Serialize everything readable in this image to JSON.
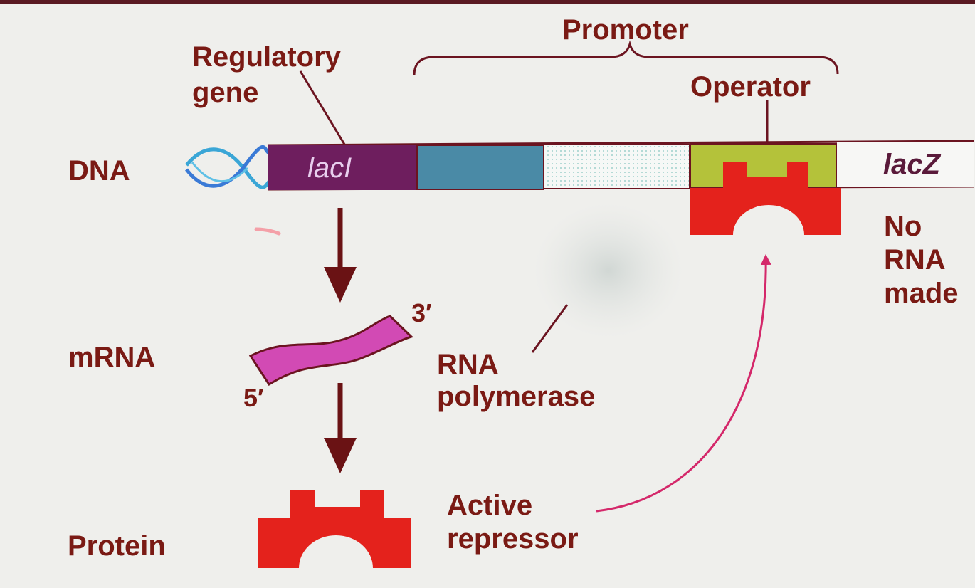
{
  "labels": {
    "promoter": "Promoter",
    "regulatory_gene": [
      "Regulatory",
      "gene"
    ],
    "operator": "Operator",
    "dna": "DNA",
    "mrna": "mRNA",
    "protein": "Protein",
    "three_prime": "3′",
    "five_prime": "5′",
    "rna_polymerase": [
      "RNA",
      "polymerase"
    ],
    "active_repressor": [
      "Active",
      "repressor"
    ],
    "no_rna_made": [
      "No",
      "RNA",
      "made"
    ]
  },
  "genes": {
    "laci": "lacI",
    "lacz": "lacZ"
  },
  "colors": {
    "label_text": "#7a1a14",
    "dna_line": "#6b1420",
    "laci_block": "#6e1e5e",
    "promoter_block": "#4a8aa6",
    "polymerase_site": "#f4f6f4",
    "operator_block": "#b4c23a",
    "repressor": "#e4221c",
    "mrna": "#d24ab4",
    "arrow": "#6a1214",
    "curved_arrow": "#d4286a",
    "helix": "#3aa6d6"
  }
}
